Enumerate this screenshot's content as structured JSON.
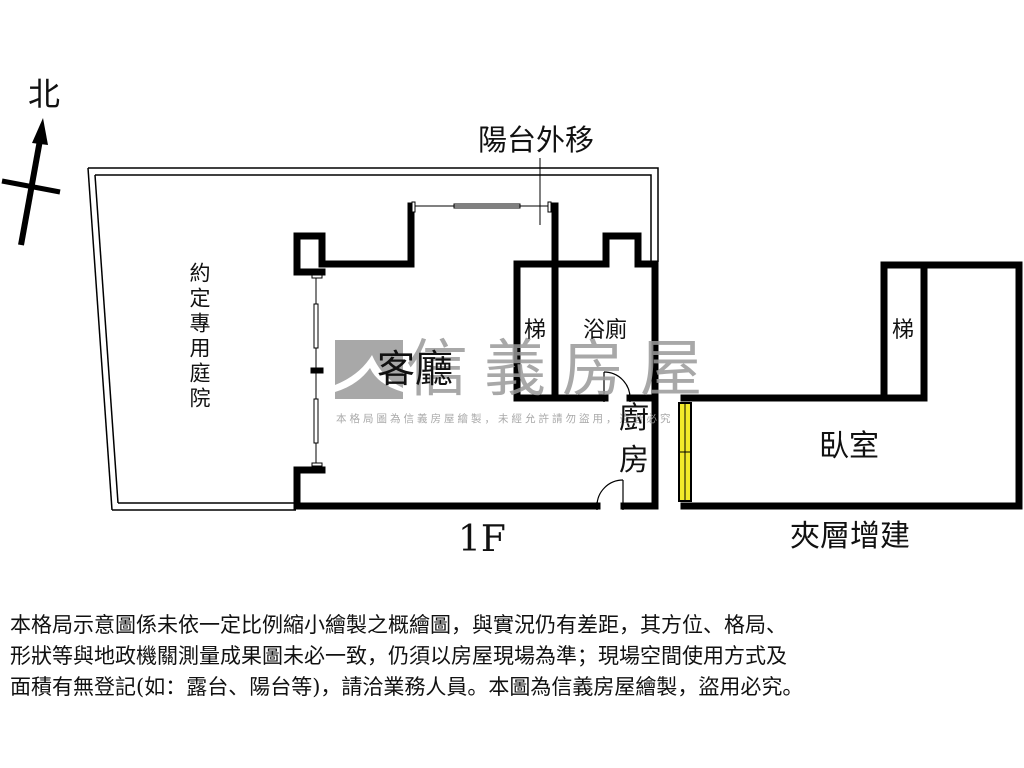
{
  "compass": {
    "label": "北",
    "icon": "north-arrow-icon"
  },
  "annotations": {
    "balcony_moved": "陽台外移"
  },
  "rooms": {
    "garden": "約定專用庭院",
    "living_room": "客廳",
    "stairs_1f": "梯",
    "bathroom": "浴廁",
    "kitchen_line1": "廚",
    "kitchen_line2": "房",
    "stairs_mezz": "梯",
    "bedroom": "臥室"
  },
  "floors": {
    "first": "1F",
    "mezzanine": "夾層增建"
  },
  "watermark": {
    "brand": "信義房屋",
    "notice": "本格局圖為信義房屋繪製，未經允許請勿盜用，違者必究",
    "color": "#9a9a9a"
  },
  "colors": {
    "wall": "#000000",
    "window_yellow": "#f2ea2a",
    "background": "#ffffff"
  },
  "disclaimer": {
    "lines": [
      "本格局示意圖係未依一定比例縮小繪製之概繪圖，與實況仍有差距，其方位、格局、",
      "形狀等與地政機關測量成果圖未必一致，仍須以房屋現場為準；現場空間使用方式及",
      "面積有無登記(如：露台、陽台等)，請洽業務人員。本圖為信義房屋繪製，盜用必究。"
    ]
  }
}
